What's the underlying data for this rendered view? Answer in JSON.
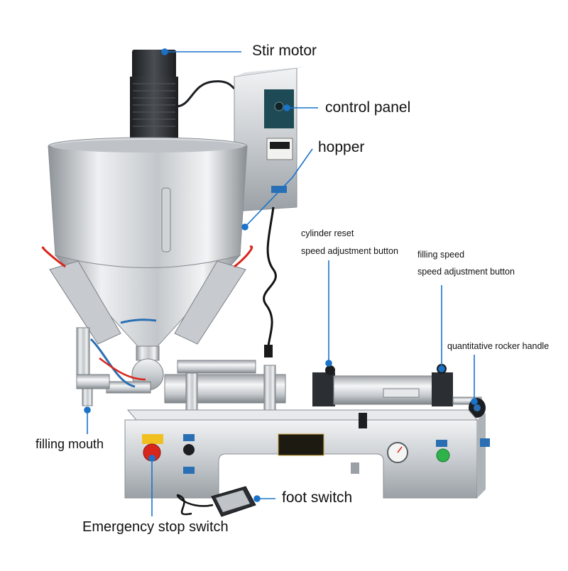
{
  "labels": {
    "stir_motor": "Stir motor",
    "control_panel": "control panel",
    "hopper": "hopper",
    "cylinder_reset_line1": "cylinder reset",
    "cylinder_reset_line2": "speed adjustment button",
    "filling_speed_line1": "filling speed",
    "filling_speed_line2": "speed adjustment button",
    "quantitative_rocker_handle": "quantitative rocker handle",
    "filling_mouth": "filling mouth",
    "foot_switch": "foot switch",
    "emergency_stop_switch": "Emergency stop switch"
  },
  "colors": {
    "callout": "#1a73c9",
    "steel_light": "#e4e6e8",
    "steel_mid": "#b9bdc1",
    "steel_dark": "#7d8287",
    "motor": "#2c2f33",
    "emergency_red": "#d8261c",
    "start_green": "#2db34a",
    "panel_teal": "#1e4a55"
  }
}
